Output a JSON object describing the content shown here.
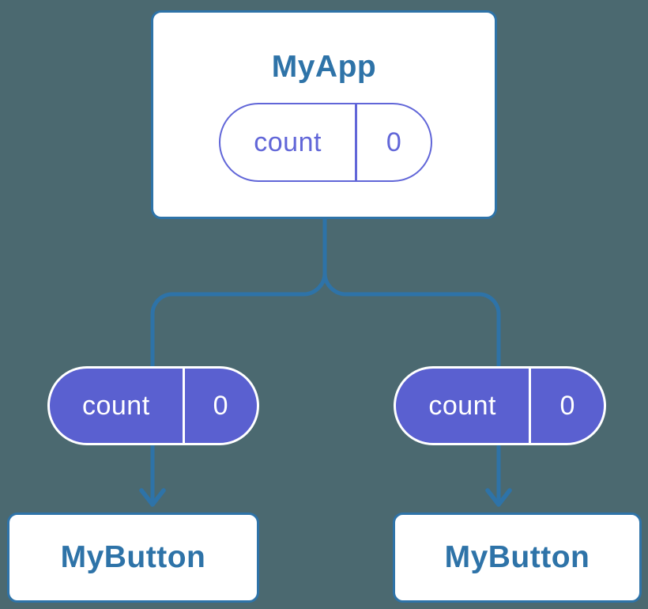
{
  "diagram": {
    "description": "React component tree with duplicated count state",
    "colors": {
      "background": "#4b6970",
      "blue": "#2e73a8",
      "purple": "#5a60d0",
      "purple_outline": "#6166d8",
      "white": "#ffffff"
    },
    "root": {
      "label": "MyApp",
      "state": {
        "name": "count",
        "value": "0"
      }
    },
    "children": [
      {
        "label": "MyButton",
        "state": {
          "name": "count",
          "value": "0"
        }
      },
      {
        "label": "MyButton",
        "state": {
          "name": "count",
          "value": "0"
        }
      }
    ]
  }
}
